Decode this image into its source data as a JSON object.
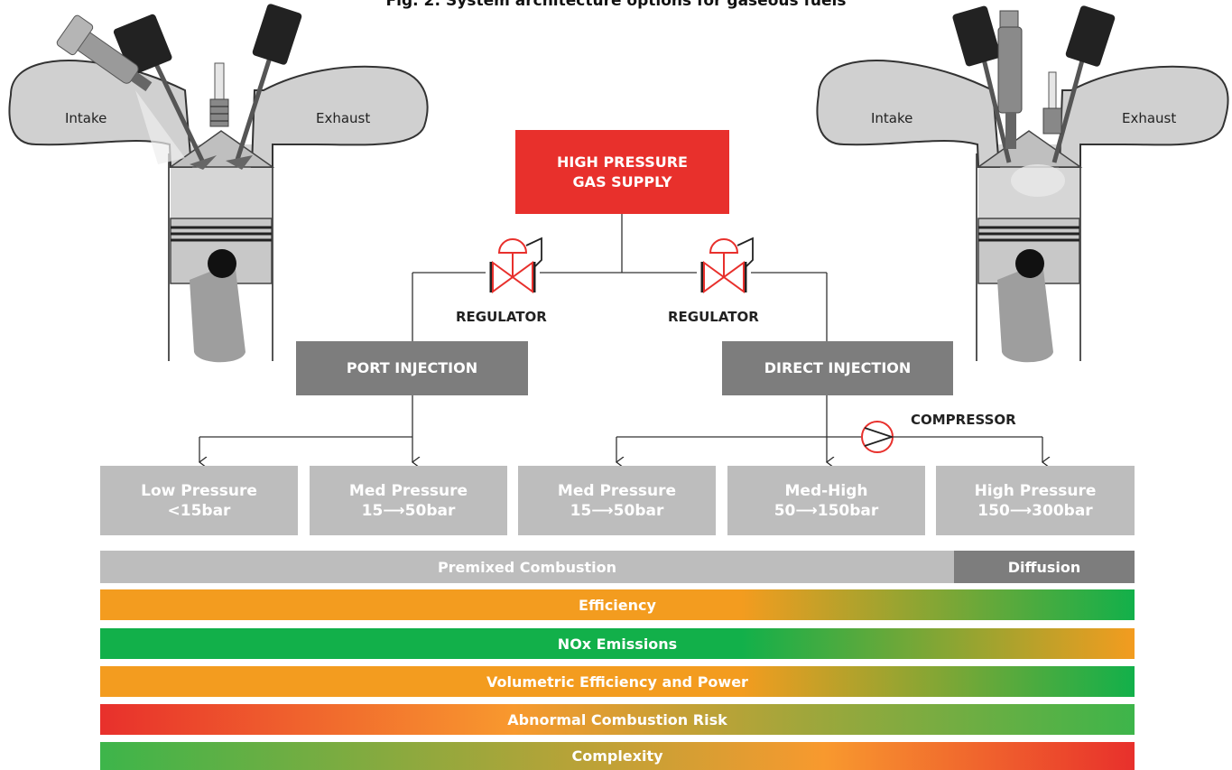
{
  "title": "Fig. 2: System architecture options for gaseous fuels",
  "engines": {
    "left": {
      "intake": "Intake",
      "exhaust": "Exhaust"
    },
    "right": {
      "intake": "Intake",
      "exhaust": "Exhaust"
    }
  },
  "supply": {
    "line1": "HIGH PRESSURE",
    "line2": "GAS SUPPLY"
  },
  "regulators": [
    "REGULATOR",
    "REGULATOR"
  ],
  "injection": {
    "port": "PORT INJECTION",
    "direct": "DIRECT INJECTION"
  },
  "compressor": "COMPRESSOR",
  "pressures": [
    {
      "name": "Low Pressure",
      "range": "<15bar"
    },
    {
      "name": "Med Pressure",
      "from": "15",
      "to": "50bar"
    },
    {
      "name": "Med Pressure",
      "from": "15",
      "to": "50bar"
    },
    {
      "name": "Med-High",
      "from": "50",
      "to": "150bar"
    },
    {
      "name": "High Pressure",
      "from": "150",
      "to": "300bar"
    }
  ],
  "combustion": {
    "premixed": "Premixed Combustion",
    "diffusion": "Diffusion"
  },
  "bars": [
    {
      "label": "Efficiency",
      "gradient": [
        "#f39c1f",
        "#f39c1f",
        "#12b04a"
      ]
    },
    {
      "label": "NOx Emissions",
      "gradient": [
        "#12b04a",
        "#12b04a",
        "#f39c1f"
      ]
    },
    {
      "label": "Volumetric Efficiency and Power",
      "gradient": [
        "#f39c1f",
        "#f39c1f",
        "#12b04a"
      ]
    },
    {
      "label": "Abnormal Combustion Risk",
      "gradient": [
        "#e8302c",
        "#f8992e",
        "#3db54a"
      ]
    },
    {
      "label": "Complexity",
      "gradient": [
        "#3db54a",
        "#f8992e",
        "#e8302c"
      ]
    }
  ],
  "colors": {
    "red": "#e8302c",
    "dark_gray": "#7d7d7d",
    "light_gray": "#bdbdbd",
    "orange": "#f39c1f",
    "green": "#12b04a"
  }
}
